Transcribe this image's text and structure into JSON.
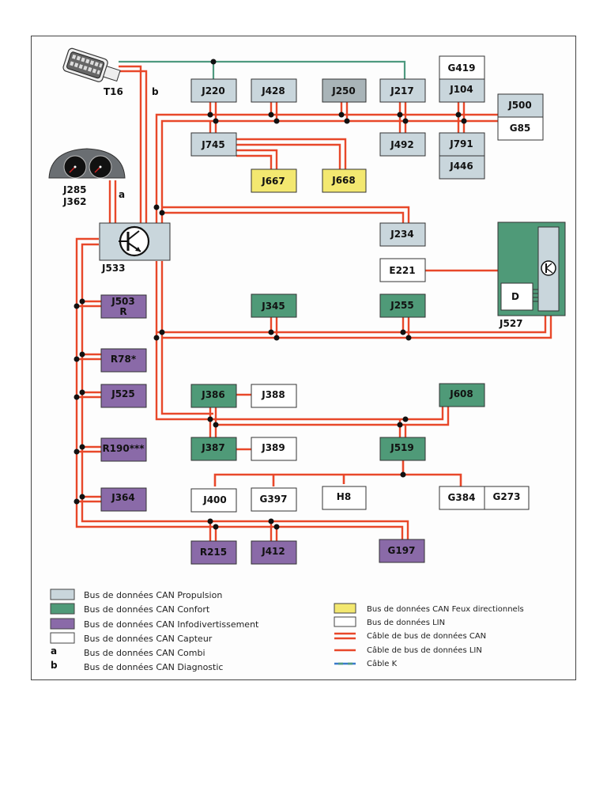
{
  "colors": {
    "propulsion": "#c9d6dc",
    "propulsion_dark": "#a9b4b8",
    "confort": "#4f9a78",
    "info": "#8a6aa8",
    "capteur": "#ffffff",
    "feux": "#f3e870",
    "lin": "#ffffff",
    "can_wire": "#e8482a",
    "k_wire": "#4f9a80",
    "k_wire_blue": "#3a7acb",
    "node": "#111111"
  },
  "components": {
    "T16": "T16",
    "b_label": "b",
    "a_label": "a",
    "J285": "J285",
    "J362": "J362",
    "J220": "J220",
    "J428": "J428",
    "J250": "J250",
    "J217": "J217",
    "G419": "G419",
    "J104": "J104",
    "J500": "J500",
    "G85": "G85",
    "J745": "J745",
    "J492": "J492",
    "J791": "J791",
    "J446": "J446",
    "J667": "J667",
    "J668": "J668",
    "J533": "J533",
    "J234": "J234",
    "E221": "E221",
    "J527": "J527",
    "D": "D",
    "J503": "J503",
    "J503_sub": "R",
    "J345": "J345",
    "J255": "J255",
    "R78": "R78*",
    "J525": "J525",
    "J386": "J386",
    "J388": "J388",
    "J608": "J608",
    "R190": "R190***",
    "J387": "J387",
    "J389": "J389",
    "J519": "J519",
    "J400": "J400",
    "G397": "G397",
    "H8": "H8",
    "G384": "G384",
    "G273": "G273",
    "J364": "J364",
    "R215": "R215",
    "J412": "J412",
    "G197": "G197"
  },
  "legend": {
    "left": [
      {
        "swatch": "propulsion",
        "text": "Bus de données CAN Propulsion"
      },
      {
        "swatch": "confort",
        "text": "Bus de données CAN Confort"
      },
      {
        "swatch": "info",
        "text": "Bus de données CAN Infodivertissement"
      },
      {
        "swatch": "capteur",
        "text": "Bus de données CAN Capteur"
      },
      {
        "letter": "a",
        "text": "Bus de données CAN Combi"
      },
      {
        "letter": "b",
        "text": "Bus de données CAN Diagnostic"
      }
    ],
    "right": [
      {
        "swatch": "feux",
        "text": "Bus de données CAN Feux directionnels"
      },
      {
        "swatch": "lin",
        "text": "Bus de données LIN"
      },
      {
        "line": "can",
        "text": "Câble de bus de données CAN"
      },
      {
        "line": "lin",
        "text": "Câble de bus de données LIN"
      },
      {
        "line": "k",
        "text": "Câble K"
      }
    ]
  }
}
